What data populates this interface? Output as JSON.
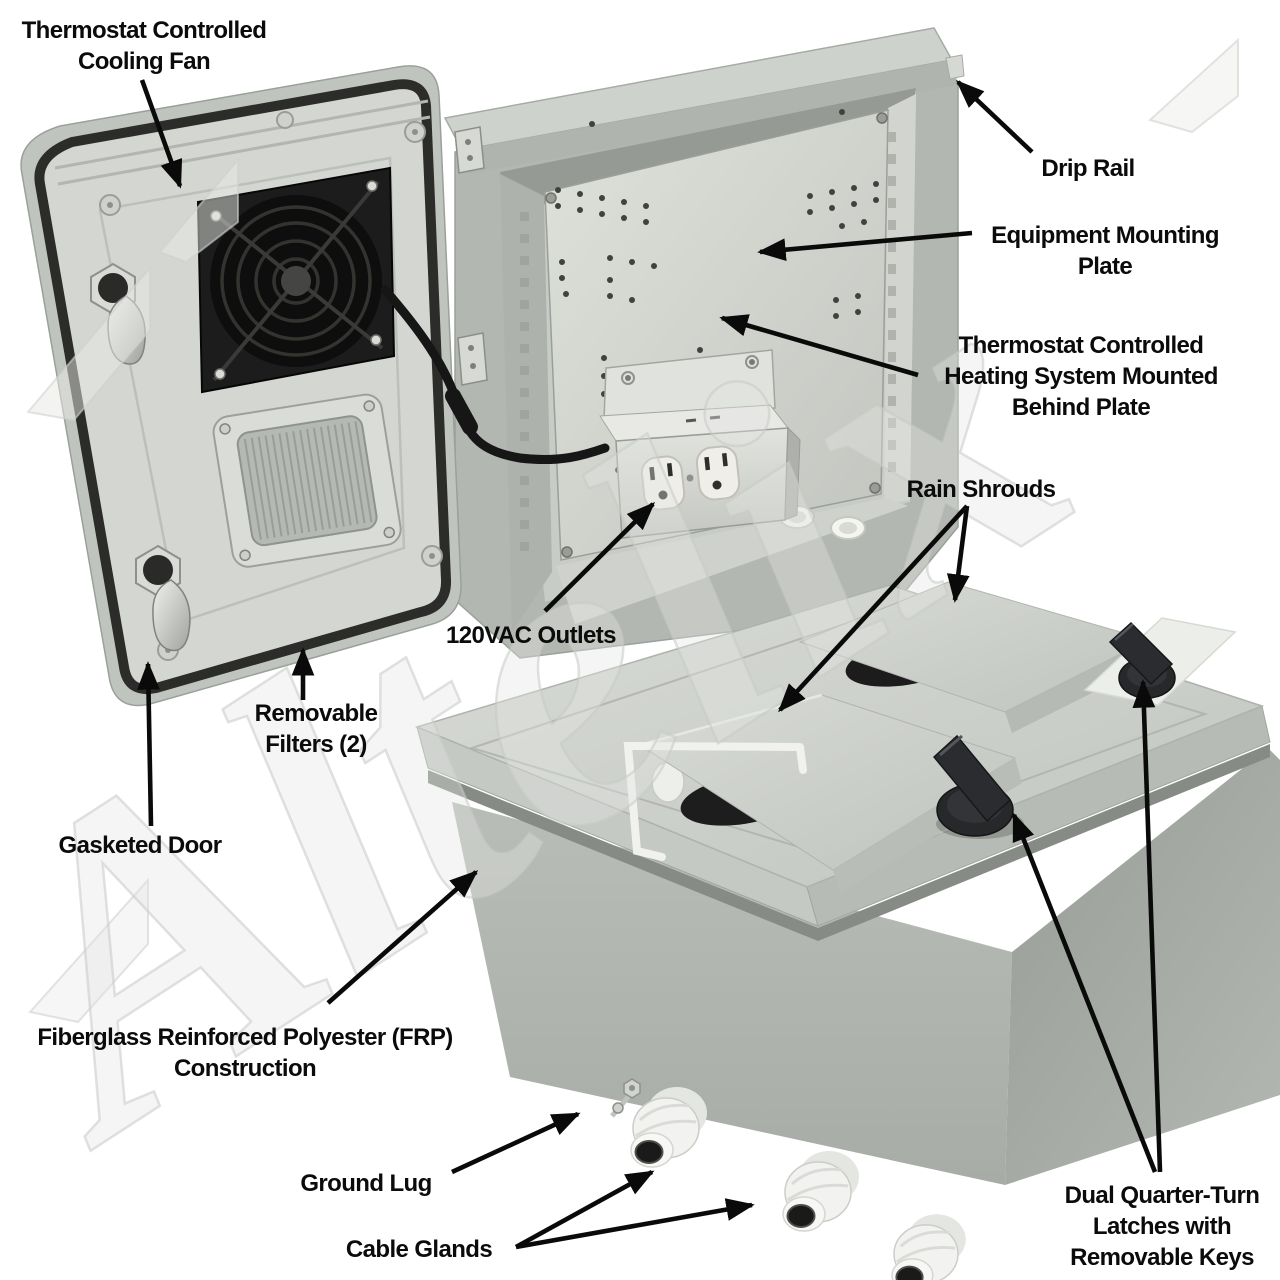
{
  "watermark": "Altelix",
  "labels": {
    "cooling_fan": "Thermostat Controlled\nCooling Fan",
    "drip_rail": "Drip Rail",
    "mounting_plate": "Equipment Mounting\nPlate",
    "heating_system": "Thermostat Controlled\nHeating System Mounted\nBehind Plate",
    "rain_shrouds": "Rain Shrouds",
    "outlets": "120VAC Outlets",
    "filters": "Removable\nFilters (2)",
    "gasketed_door": "Gasketed Door",
    "frp": "Fiberglass Reinforced Polyester (FRP)\nConstruction",
    "ground_lug": "Ground Lug",
    "cable_glands": "Cable Glands",
    "latches": "Dual Quarter-Turn\nLatches with\nRemovable Keys"
  }
}
